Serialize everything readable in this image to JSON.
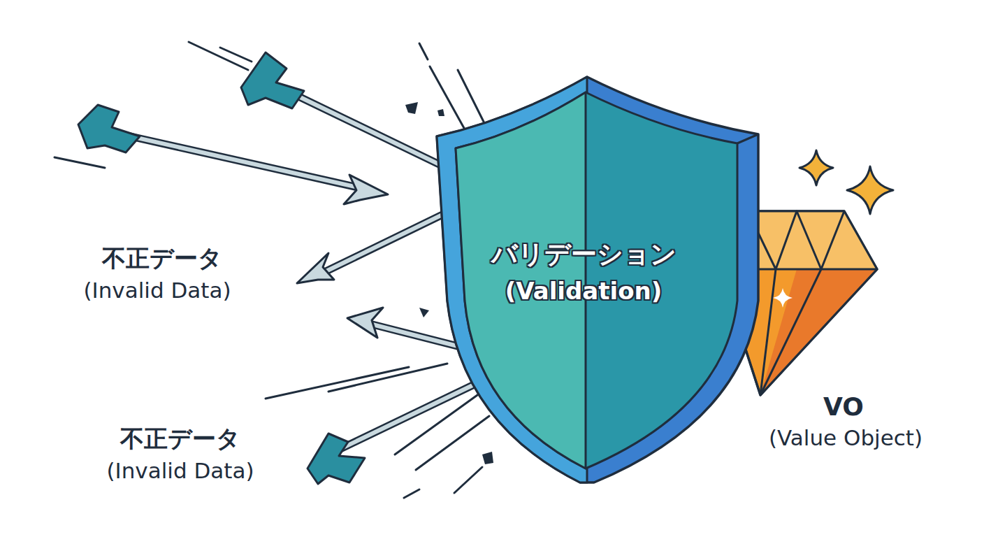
{
  "diagram": {
    "nodes": [
      {
        "text": [
          "VO",
          "(Value Object)"
        ]
      },
      {
        "text": [
          "バリデーション",
          "(Validation)"
        ]
      }
    ],
    "labels": [
      "不正データ",
      "(Invalid Data)",
      "不正データ",
      "(Invalid Data)"
    ]
  }
}
